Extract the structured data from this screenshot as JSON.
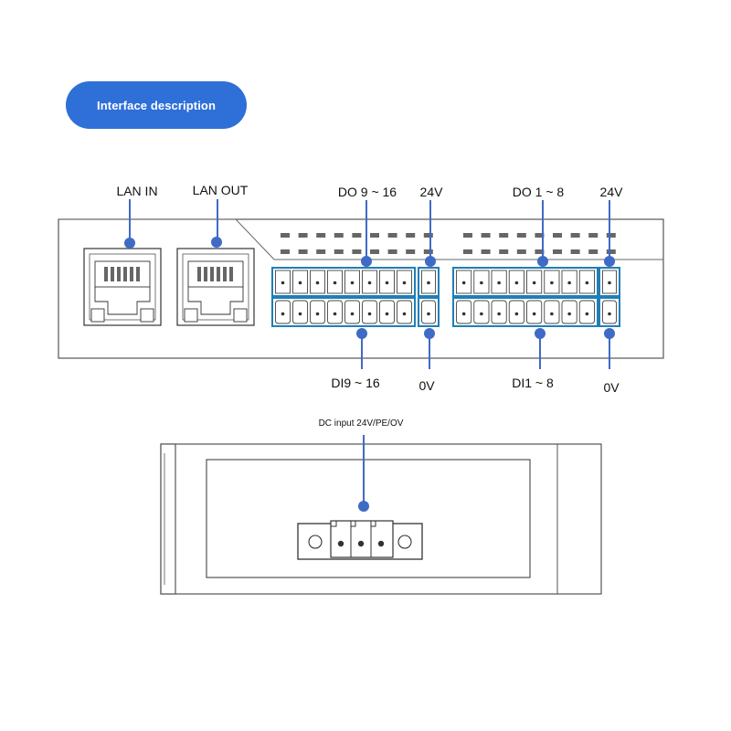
{
  "header": {
    "title": "Interface description"
  },
  "top_panel": {
    "labels": {
      "lan_in": "LAN IN",
      "lan_out": "LAN OUT",
      "do_9_16": "DO 9 ~ 16",
      "v24_left": "24V",
      "do_1_8": "DO 1 ~ 8",
      "v24_right": "24V",
      "di_9_16": "DI9 ~ 16",
      "v0_left": "0V",
      "di_1_8": "DI1 ~ 8",
      "v0_right": "0V"
    }
  },
  "bottom_panel": {
    "labels": {
      "dc_input": "DC input 24V/PE/OV"
    }
  },
  "colors": {
    "accent": "#2f6fd8",
    "callout": "#3f6bc6",
    "terminal_outline": "#1f7fb8",
    "outline": "#555555"
  }
}
